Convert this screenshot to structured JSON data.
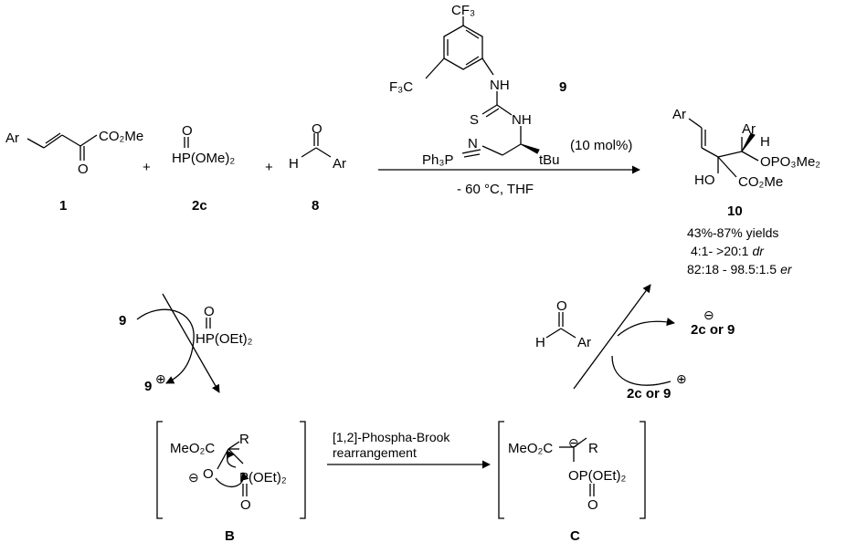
{
  "compounds": {
    "c1": "1",
    "c2c": "2c",
    "c8": "8",
    "c9": "9",
    "c10": "10",
    "cB": "B",
    "cC": "C"
  },
  "reagents": {
    "plus": "+",
    "phosphite_top": "O",
    "phosphite_bottom": "HP(OMe)₂",
    "aldehyde_o": "O",
    "aldehyde_h": "H",
    "aldehyde_ar": "Ar",
    "enone_ar": "Ar",
    "enone_ester": "CO₂Me",
    "enone_o": "O"
  },
  "catalyst": {
    "cf3_top": "CF₃",
    "cf3_left": "F₃C",
    "nh": "NH",
    "s": "S",
    "nh2": "NH",
    "ph3p": "Ph₃P",
    "n": "N",
    "tbu": "tBu",
    "loading": "(10 mol%)"
  },
  "conditions": "- 60 °C, THF",
  "product": {
    "ar1": "Ar",
    "ar2": "Ar",
    "h": "H",
    "opo": "OPO₃Me₂",
    "ho": "HO",
    "ester": "CO₂Me"
  },
  "results": {
    "yields": "43%-87%  yields",
    "dr_value": "4:1- >20:1",
    "dr_unit": "dr",
    "er_value": "82:18 - 98.5:1.5",
    "er_unit": "er"
  },
  "cycle": {
    "nine_in": "9",
    "phosphite_o": "O",
    "phosphite_text": "HP(OEt)₂",
    "nine_out": "9",
    "aldehyde_o": "O",
    "aldehyde_h": "H",
    "aldehyde_ar": "Ar",
    "out_label_a": "2c",
    "out_label_b": " or 9",
    "in_label_a": "2c",
    "in_label_b": " or 9",
    "rearr_line1": "[1,2]-Phospha-Brook",
    "rearr_line2": "rearrangement"
  },
  "intB": {
    "ester": "MeO₂C",
    "r": "R",
    "o": "O",
    "p": "P(OEt)₂",
    "po": "O"
  },
  "intC": {
    "ester": "MeO₂C",
    "r": "R",
    "opo": "OP(OEt)₂",
    "po": "O"
  },
  "charges": {
    "minus": "⊖",
    "plus": "⊕"
  }
}
